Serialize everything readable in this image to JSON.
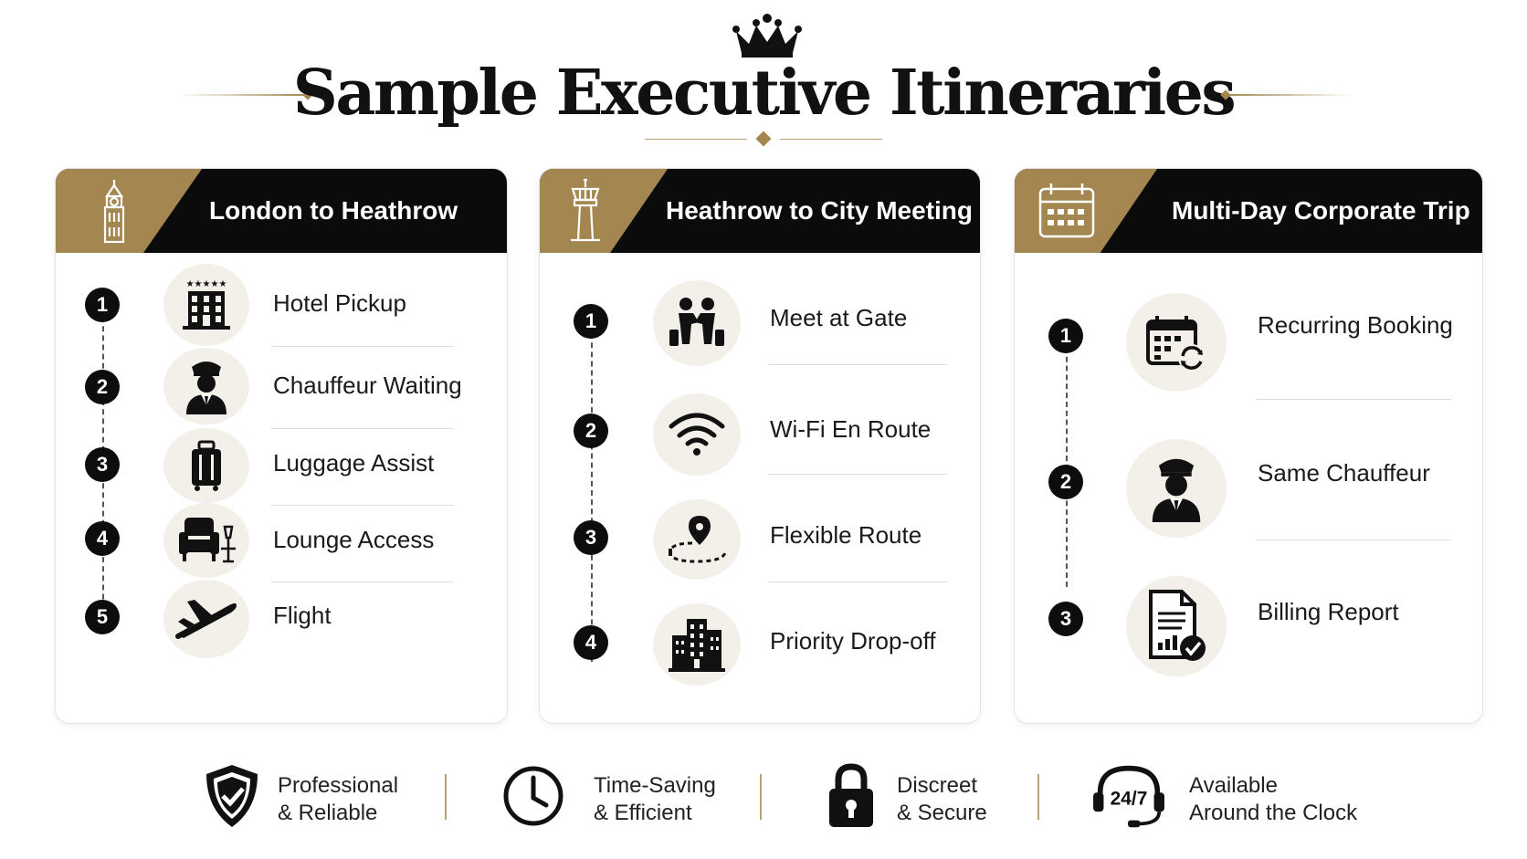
{
  "page": {
    "title": "Sample Executive Itineraries",
    "accent_color": "#a48750",
    "header_color": "#0b0b0b"
  },
  "cards": [
    {
      "title": "London to Heathrow",
      "header_icon": "big-ben-icon",
      "steps": [
        {
          "num": "1",
          "label": "Hotel Pickup",
          "icon": "hotel-icon"
        },
        {
          "num": "2",
          "label": "Chauffeur Waiting",
          "icon": "chauffeur-icon"
        },
        {
          "num": "3",
          "label": "Luggage Assist",
          "icon": "luggage-icon"
        },
        {
          "num": "4",
          "label": "Lounge Access",
          "icon": "lounge-armchair-icon"
        },
        {
          "num": "5",
          "label": "Flight",
          "icon": "airplane-icon"
        }
      ]
    },
    {
      "title": "Heathrow to City Meeting",
      "header_icon": "control-tower-icon",
      "steps": [
        {
          "num": "1",
          "label": "Meet at Gate",
          "icon": "handshake-travelers-icon"
        },
        {
          "num": "2",
          "label": "Wi-Fi En Route",
          "icon": "wifi-icon"
        },
        {
          "num": "3",
          "label": "Flexible Route",
          "icon": "route-pin-icon"
        },
        {
          "num": "4",
          "label": "Priority Drop-off",
          "icon": "office-building-icon"
        }
      ]
    },
    {
      "title": "Multi-Day Corporate Trip",
      "header_icon": "calendar-icon",
      "steps": [
        {
          "num": "1",
          "label": "Recurring Booking",
          "icon": "calendar-recurring-icon"
        },
        {
          "num": "2",
          "label": "Same Chauffeur",
          "icon": "chauffeur-icon"
        },
        {
          "num": "3",
          "label": "Billing Report",
          "icon": "report-check-icon"
        }
      ]
    }
  ],
  "features": [
    {
      "line1": "Professional",
      "line2": "& Reliable",
      "icon": "shield-check-icon"
    },
    {
      "line1": "Time-Saving",
      "line2": "& Efficient",
      "icon": "clock-icon"
    },
    {
      "line1": "Discreet",
      "line2": "& Secure",
      "icon": "padlock-icon"
    },
    {
      "line1": "Available",
      "line2": "Around the Clock",
      "icon": "headset-24-7-icon",
      "badge": "24/7"
    }
  ]
}
